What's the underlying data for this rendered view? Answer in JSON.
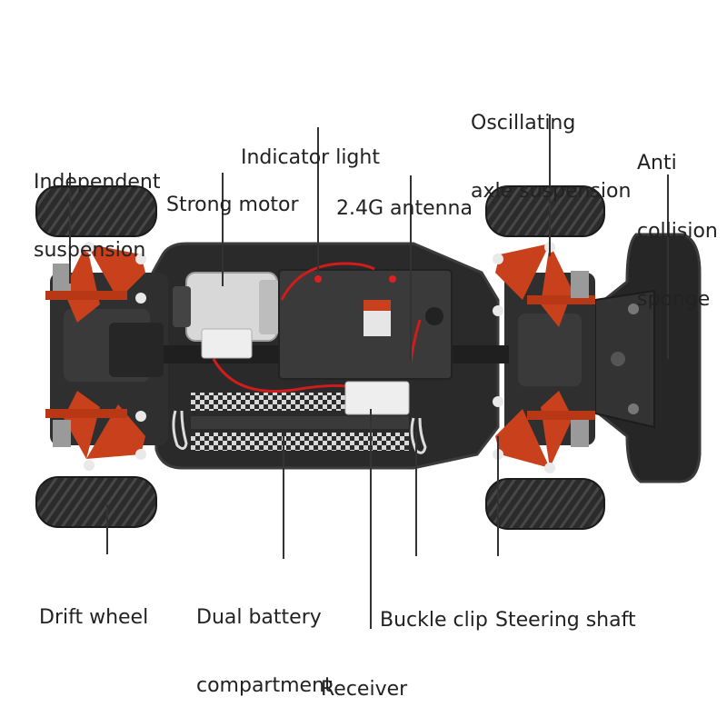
{
  "labels": {
    "independent_suspension": [
      "Independent",
      "suspension"
    ],
    "strong_motor": "Strong motor",
    "indicator_light": "Indicator light",
    "antenna": "2.4G antenna",
    "oscillating_axle": [
      "Oscillating",
      "axle suspension"
    ],
    "anti_collision": [
      "Anti",
      "collision",
      "sponge"
    ],
    "drift_wheel": "Drift wheel",
    "dual_battery": [
      "Dual battery",
      "compartment"
    ],
    "receiver": "Receiver",
    "buckle_clip": "Buckle clip",
    "steering_shaft": "Steering shaft"
  },
  "colors": {
    "chassis": "#2a2a2a",
    "chassis_edge": "#3a3a3a",
    "suspension_arm": "#c9401c",
    "tire": "#2b2b2b",
    "tread": "#4a4a4a",
    "wire_red": "#d11c1c",
    "leader_line": "#333333",
    "text": "#222222"
  }
}
